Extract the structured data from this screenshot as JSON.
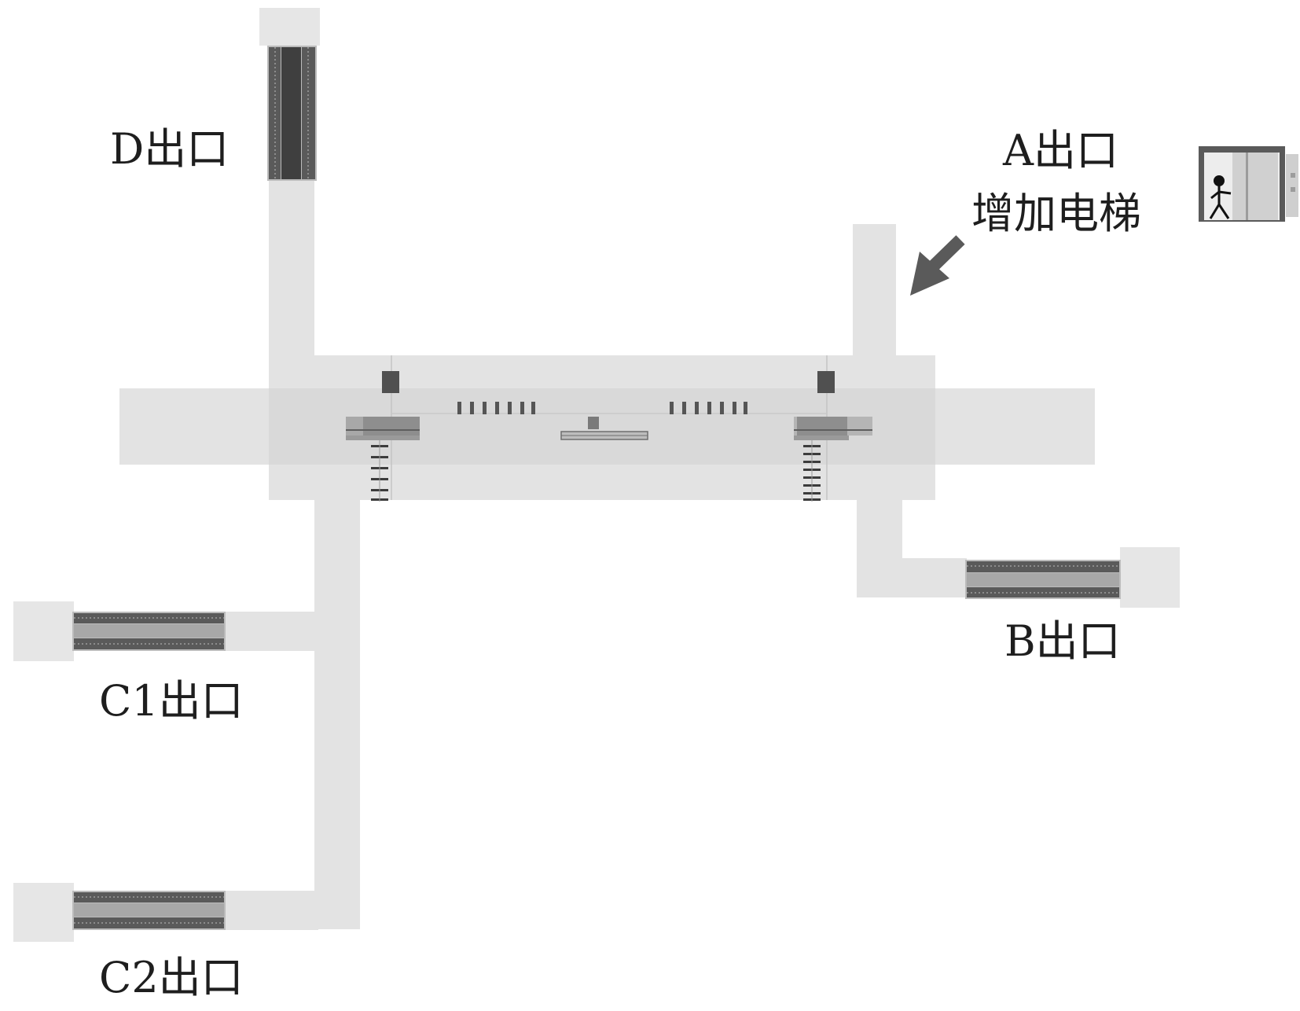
{
  "labels": {
    "exit_d": "D出口",
    "exit_a": "A出口",
    "elevator_note": "增加电梯",
    "exit_b": "B出口",
    "exit_c1": "C1出口",
    "exit_c2": "C2出口"
  },
  "icons": {
    "elevator": "elevator-icon",
    "arrow": "arrow-icon"
  },
  "colors": {
    "corridor": "#e3e3e3",
    "hall": "#dadada",
    "exit_pad": "#e6e6e6",
    "escalator": "#5a5a5a",
    "escalator_light": "#8c8c8c",
    "arrow": "#5a5a5a",
    "text": "#1e1e1e"
  }
}
